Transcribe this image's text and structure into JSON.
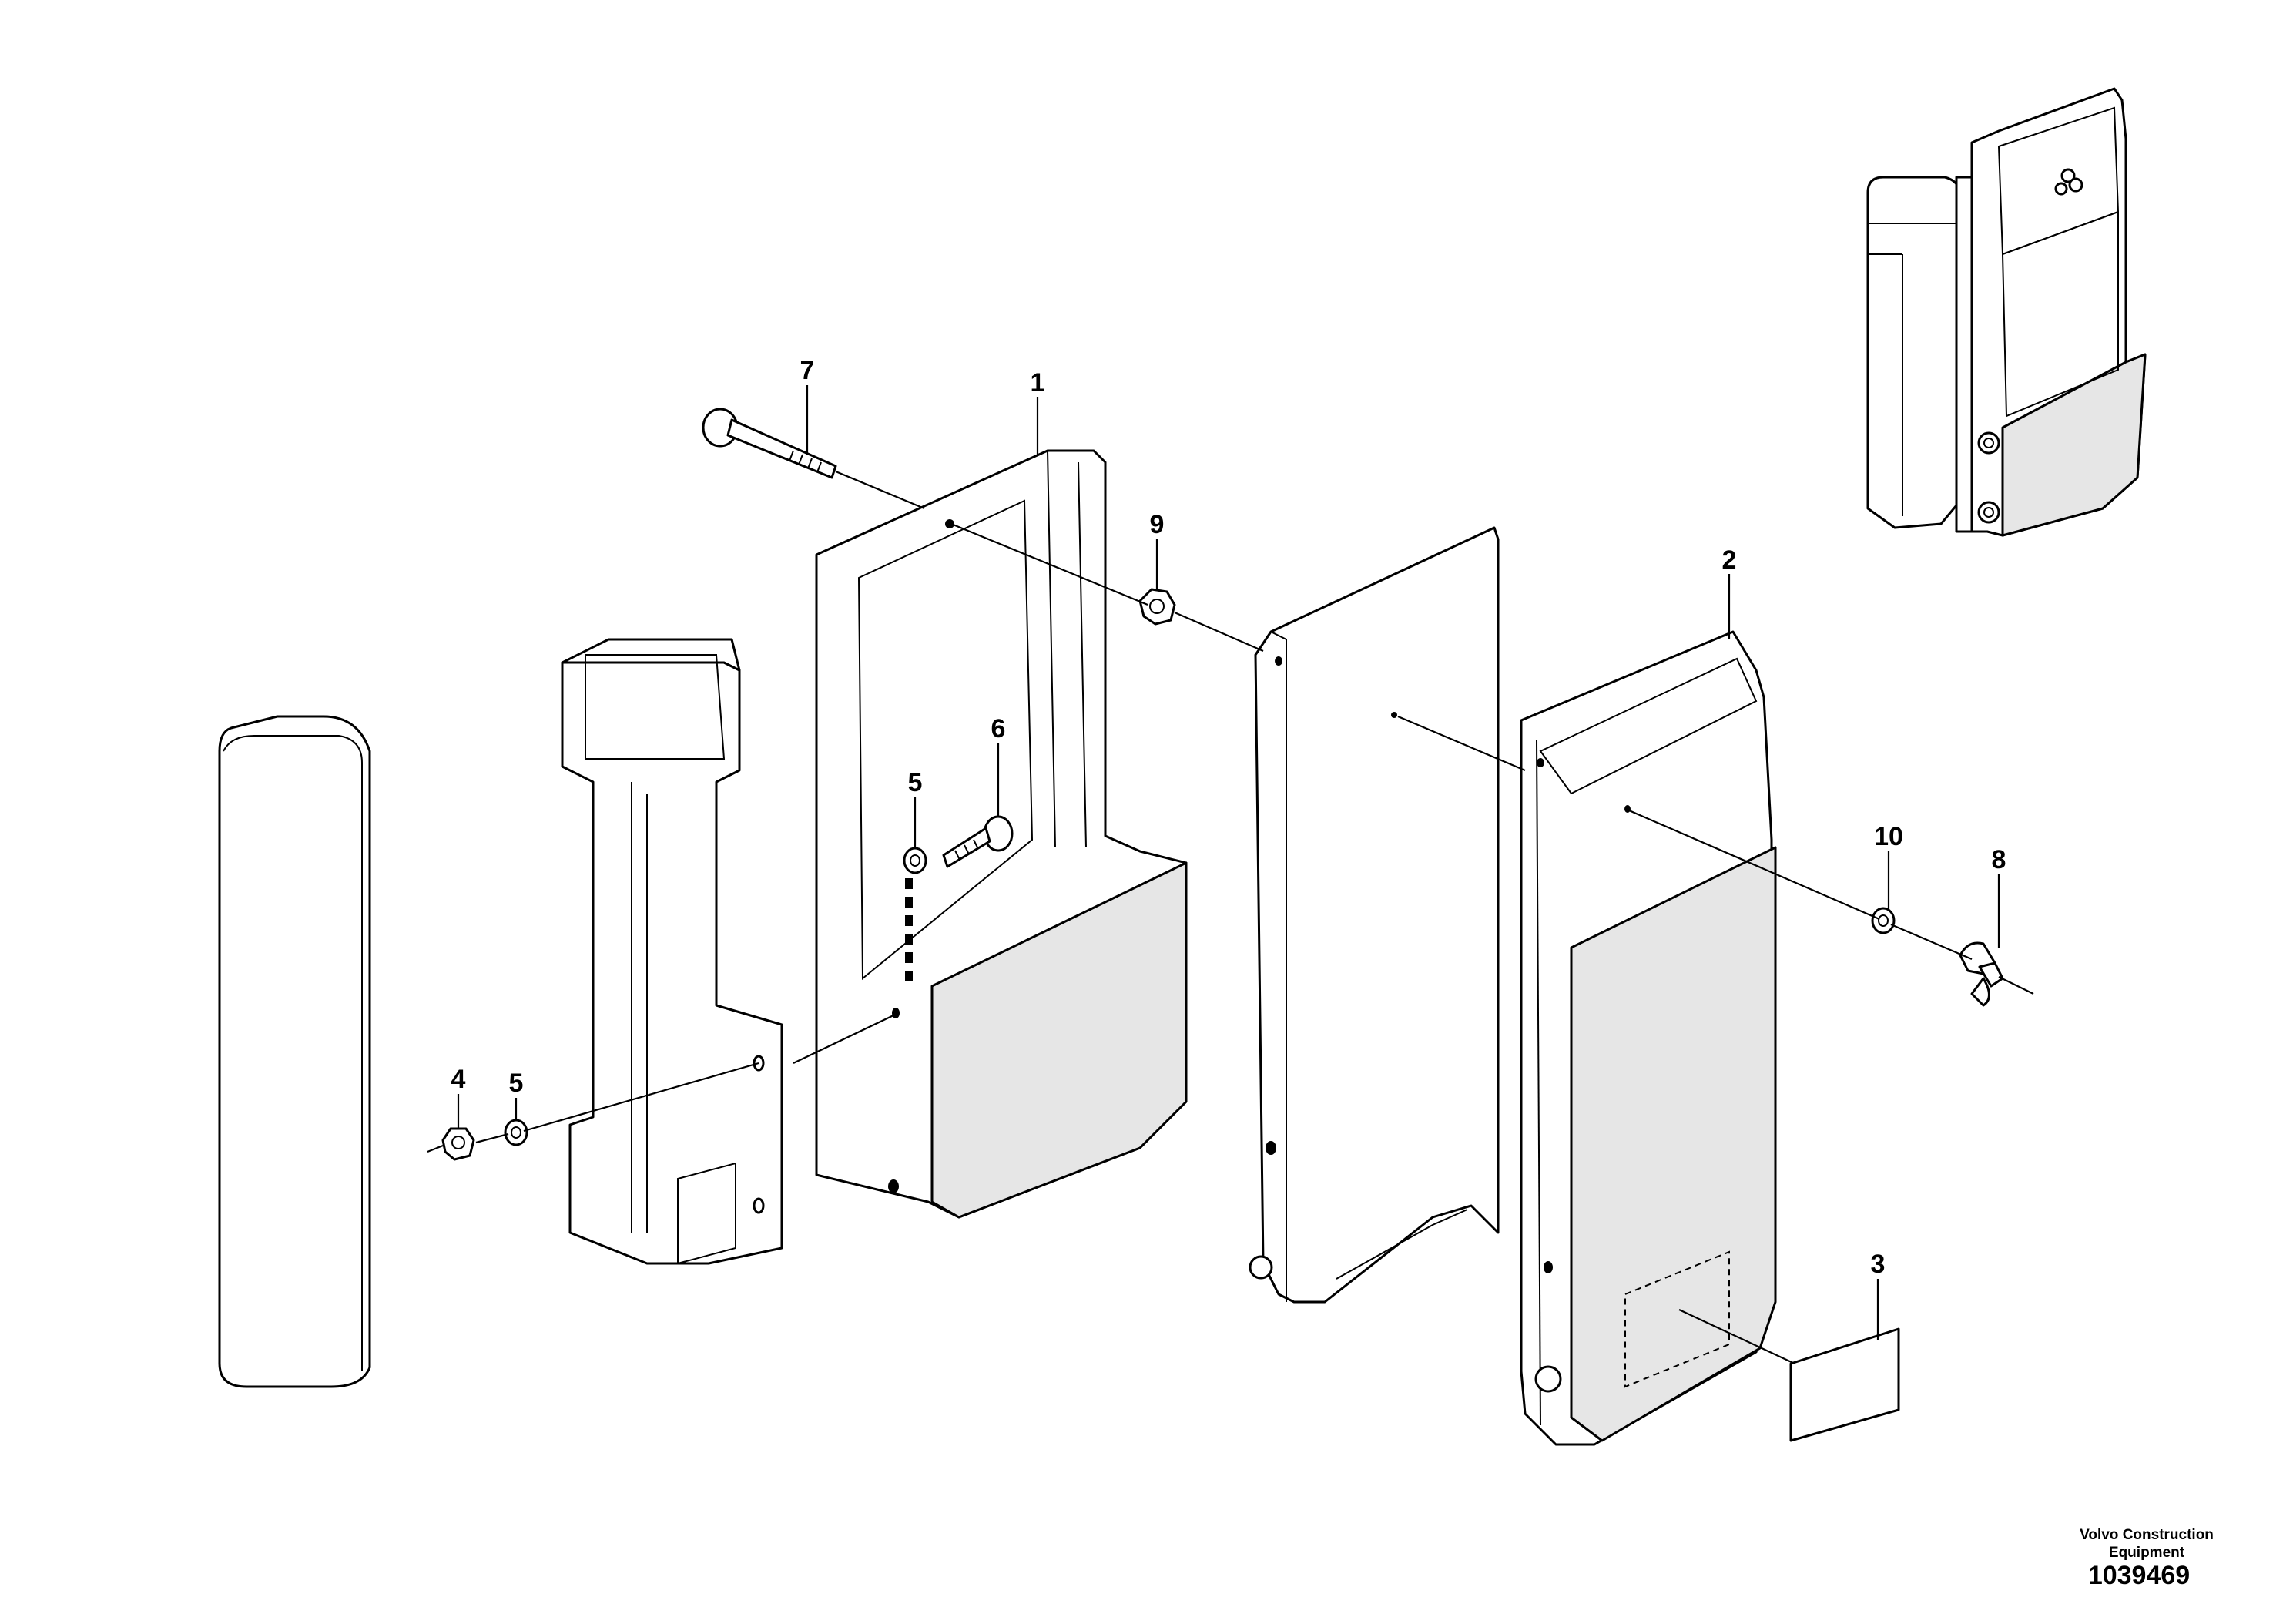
{
  "callouts": {
    "c1": "1",
    "c2": "2",
    "c3": "3",
    "c4": "4",
    "c5a": "5",
    "c5b": "5",
    "c6": "6",
    "c7": "7",
    "c8": "8",
    "c9": "9",
    "c10": "10"
  },
  "footer": {
    "brand_line1": "Volvo Construction",
    "brand_line2": "Equipment",
    "drawing_number": "1039469"
  }
}
